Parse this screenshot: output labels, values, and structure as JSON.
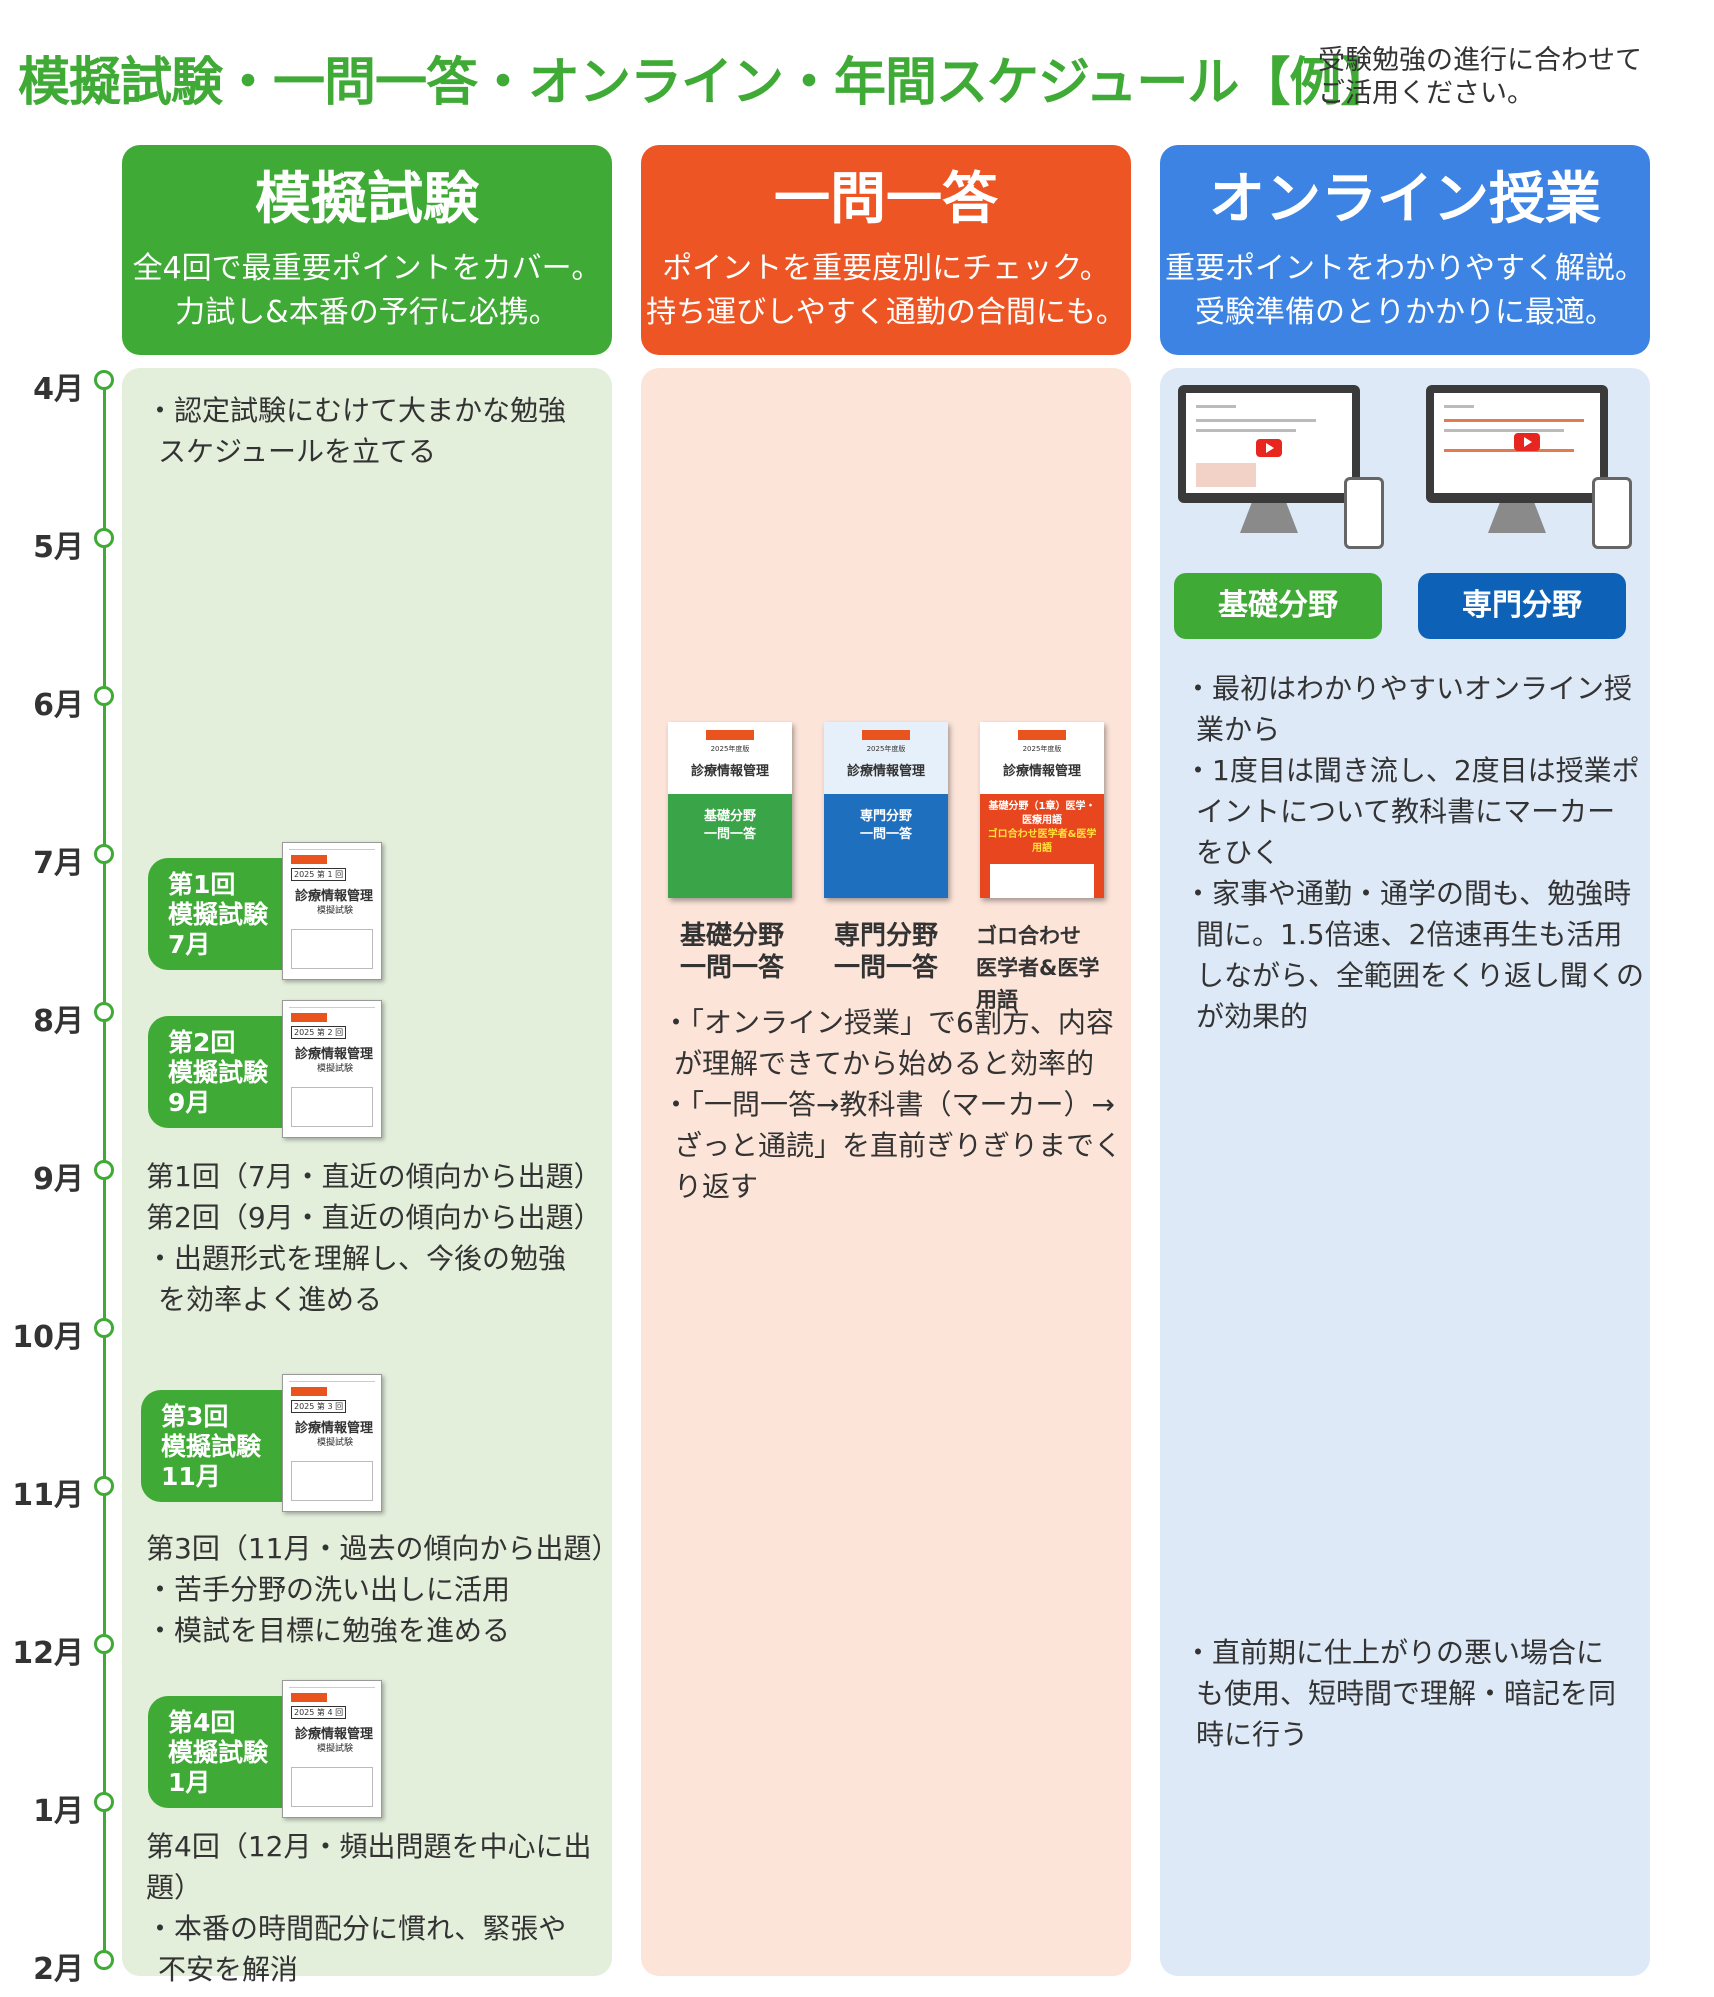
{
  "header": {
    "title": "模擬試験・一問一答・オンライン・年間スケジュール【例】",
    "note_line1": "受験勉強の進行に合わせて",
    "note_line2": "ご活用ください。"
  },
  "colors": {
    "green": "#3faa35",
    "orange": "#ee5524",
    "blue": "#3c83e3",
    "green_bg": "#e3eedb",
    "orange_bg": "#fce4d9",
    "blue_bg": "#dee9f7",
    "navy": "#0d62b8"
  },
  "timeline": {
    "months": [
      "4月",
      "5月",
      "6月",
      "7月",
      "8月",
      "9月",
      "10月",
      "11月",
      "12月",
      "1月",
      "2月"
    ]
  },
  "columns": {
    "mock": {
      "heading": "模擬試験",
      "desc_line1": "全4回で最重要ポイントをカバー。",
      "desc_line2": "力試し&本番の予行に必携。",
      "intro": [
        "・認定試験にむけて大まかな勉強",
        "スケジュールを立てる"
      ],
      "badges": [
        {
          "line1": "第1回",
          "line2": "模擬試験",
          "line3": "7月",
          "booklet_no": "第 1 回"
        },
        {
          "line1": "第2回",
          "line2": "模擬試験",
          "line3": "9月",
          "booklet_no": "第 2 回"
        },
        {
          "line1": "第3回",
          "line2": "模擬試験",
          "line3": "11月",
          "booklet_no": "第 3 回"
        },
        {
          "line1": "第4回",
          "line2": "模擬試験",
          "line3": "1月",
          "booklet_no": "第 4 回"
        }
      ],
      "booklet": {
        "year": "2025",
        "title": "診療情報管理",
        "sub": "模擬試験"
      },
      "notes_a": [
        "第1回（7月・直近の傾向から出題）",
        "第2回（9月・直近の傾向から出題）",
        "・出題形式を理解し、今後の勉強",
        "を効率よく進める"
      ],
      "notes_b": [
        "第3回（11月・過去の傾向から出題）",
        "・苦手分野の洗い出しに活用",
        "・模試を目標に勉強を進める"
      ],
      "notes_c": [
        "第4回（12月・頻出問題を中心に出題）",
        "・本番の時間配分に慣れ、緊張や",
        "不安を解消"
      ]
    },
    "qa": {
      "heading": "一問一答",
      "desc_line1": "ポイントを重要度別にチェック。",
      "desc_line2": "持ち運びしやすく通勤の合間にも。",
      "books": [
        {
          "year": "2025年度版",
          "title": "診療情報管理",
          "label1": "基礎分野",
          "label2": "一問一答",
          "cap1": "基礎分野",
          "cap2": "一問一答"
        },
        {
          "year": "2025年度版",
          "title": "診療情報管理",
          "label1": "専門分野",
          "label2": "一問一答",
          "cap1": "専門分野",
          "cap2": "一問一答"
        },
        {
          "year": "2025年度版",
          "title": "診療情報管理",
          "label1": "基礎分野（1章）医学・医療用語",
          "label2": "ゴロ合わせ医学者&医学用語",
          "cap1": "ゴロ合わせ",
          "cap2": "医学者&医学用語"
        }
      ],
      "notes": [
        "・「オンライン授業」で6割方、内容",
        "が理解できてから始めると効率的",
        "・「一問一答→教科書（マーカー）→",
        "ざっと通読」を直前ぎりぎりまでく",
        "り返す"
      ]
    },
    "online": {
      "heading": "オンライン授業",
      "desc_line1": "重要ポイントをわかりやすく解説。",
      "desc_line2": "受験準備のとりかかりに最適。",
      "pill_basic": "基礎分野",
      "pill_pro": "専門分野",
      "notes": [
        "・最初はわかりやすいオンライン授",
        "業から",
        "・1度目は聞き流し、2度目は授業ポ",
        "イントについて教科書にマーカー",
        "をひく",
        "・家事や通勤・通学の間も、勉強時",
        "間に。1.5倍速、2倍速再生も活用",
        "しながら、全範囲をくり返し聞くの",
        "が効果的"
      ],
      "notes_late": [
        "・直前期に仕上がりの悪い場合に",
        "も使用、短時間で理解・暗記を同",
        "時に行う"
      ]
    }
  }
}
